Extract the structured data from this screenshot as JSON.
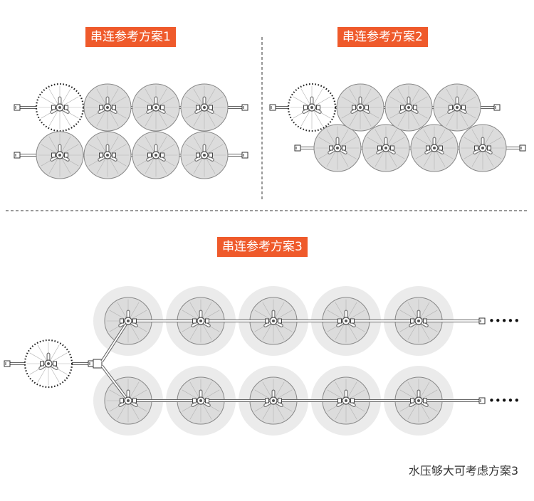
{
  "schemes": [
    {
      "label": "串连参考方案1"
    },
    {
      "label": "串连参考方案2"
    },
    {
      "label": "串连参考方案3"
    }
  ],
  "note": "水压够大可考虑方案3",
  "continuation_marker": "•••••",
  "colors": {
    "label_bg": "#ef5a2b",
    "label_text": "#ffffff",
    "sprinkler_fill": "#dcdcdc",
    "sprinkler_stroke": "#888888",
    "outer_ring": "#ebebeb",
    "dotted_circle": "#222222",
    "divider": "#333333"
  }
}
